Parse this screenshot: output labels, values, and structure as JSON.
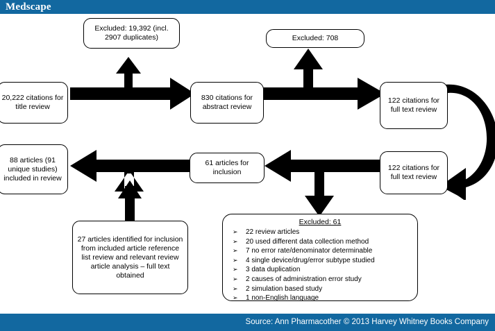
{
  "brand": {
    "name": "Medscape",
    "bar_color": "#1268a0",
    "text_color": "#ffffff"
  },
  "source": {
    "text": "Source: Ann Pharmacother © 2013 Harvey Whitney Books Company"
  },
  "diagram": {
    "type": "prisma-flowchart",
    "nodes": {
      "title_review": "20,222 citations for title review",
      "excluded_title": "Excluded: 19,392 (incl. 2907 duplicates)",
      "abstract_review": "830 citations for abstract review",
      "excluded_abstract": "Excluded: 708",
      "full_text_1": "122 citations for full text review",
      "full_text_2": "122 citations for full text review",
      "included_61": "61 articles for inclusion",
      "included_88": "88 articles (91 unique studies) included in review",
      "reference_27": "27 articles identified for inclusion from included article reference list review and relevant review article analysis – full text obtained"
    },
    "excluded_61": {
      "heading": "Excluded: 61",
      "bullet_glyph": "➢",
      "items": [
        "22 review articles",
        "20 used different data collection method",
        "7 no error rate/denominator determinable",
        "4 single device/drug/error subtype studied",
        "3 data duplication",
        "2 causes of administration error study",
        "2 simulation based study",
        "1 non-English language"
      ]
    },
    "arrow_color": "#000000"
  }
}
